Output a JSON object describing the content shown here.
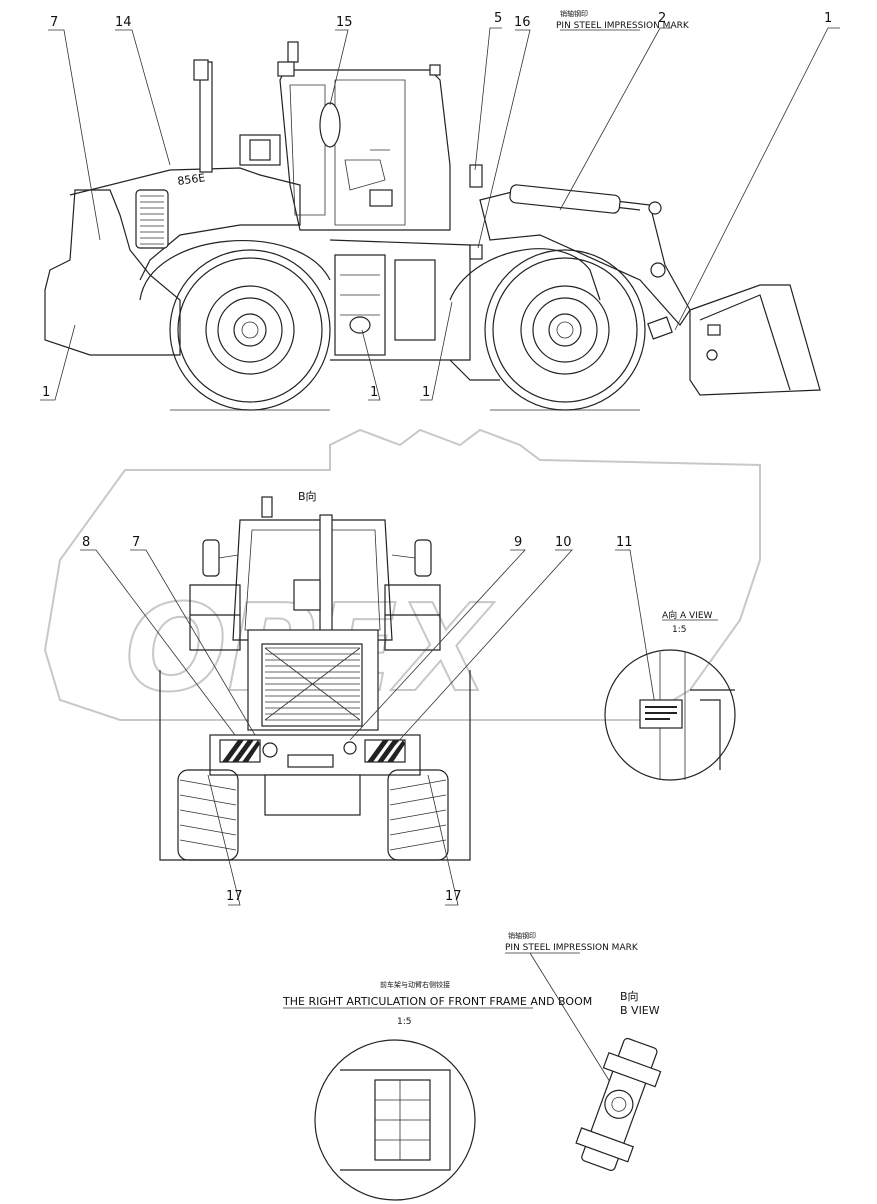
{
  "callouts": {
    "side": [
      "1",
      "1",
      "1",
      "1",
      "2",
      "5",
      "7",
      "14",
      "15",
      "16"
    ],
    "front": [
      "8",
      "7",
      "9",
      "10",
      "11",
      "17",
      "17"
    ]
  },
  "labels": {
    "pin_mark_cn_top": "销轴钢印",
    "pin_mark_top": "PIN STEEL IMPRESSION MARK",
    "pin_mark_cn_bottom": "销轴钢印",
    "pin_mark_bottom": "PIN STEEL IMPRESSION MARK",
    "b_view_cn": "B向",
    "b_view": "B VIEW",
    "a_view": "A向 A VIEW",
    "a_scale": "1:5",
    "articulation_cn": "前车架与动臂右侧铰接",
    "articulation": "THE RIGHT ARTICULATION OF FRONT FRAME AND BOOM",
    "articulation_scale": "1:5",
    "front_view_label": "B向",
    "model_badge": "856E"
  },
  "watermark": "OPEX"
}
